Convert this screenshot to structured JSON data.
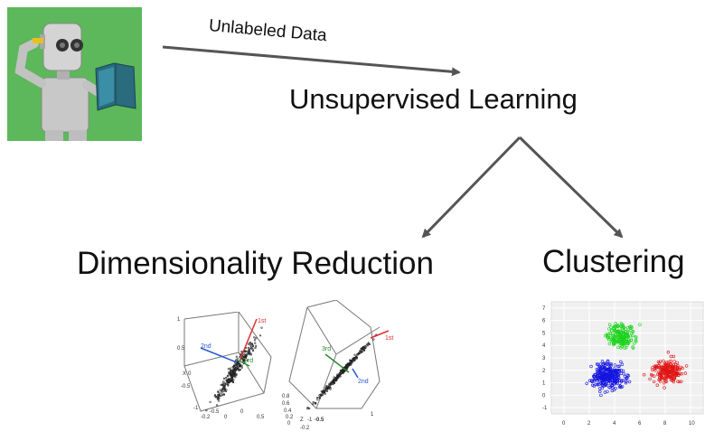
{
  "labels": {
    "unlabeled_data": "Unlabeled Data",
    "unsupervised_learning": "Unsupervised Learning",
    "dimensionality_reduction": "Dimensionality Reduction",
    "clustering": "Clustering"
  },
  "pca_plot_left": {
    "axis_labels": [
      "1st",
      "2nd",
      "3rd"
    ],
    "tick_labels": [
      "1",
      "0.5",
      "0",
      "-0.5",
      "-1",
      "-0.2",
      "0",
      "0.5",
      "-0.5",
      "0"
    ],
    "axis_name": "X",
    "colors": {
      "first": "#e03030",
      "second": "#2a56d6",
      "third": "#2a8a2a"
    }
  },
  "pca_plot_right": {
    "axis_labels": [
      "1st",
      "2nd",
      "3rd"
    ],
    "tick_labels": [
      "1",
      "0.8",
      "0.6",
      "0.4",
      "0.2",
      "0",
      "-0.2",
      "-1",
      "-0.5"
    ],
    "axis_name": "Z",
    "colors": {
      "first": "#e03030",
      "second": "#2a56d6",
      "third": "#2a8a2a"
    }
  },
  "cluster_plot": {
    "y_ticks": [
      "7",
      "6",
      "5",
      "4",
      "3",
      "2",
      "1",
      "0",
      "-1"
    ],
    "x_ticks": [
      "0",
      "2",
      "4",
      "6",
      "8",
      "10"
    ],
    "cluster_colors": [
      "#1ed31e",
      "#1515e0",
      "#e01515"
    ]
  },
  "robot": {
    "background": "#5cb85a",
    "book_color": "#2a6b7d"
  }
}
